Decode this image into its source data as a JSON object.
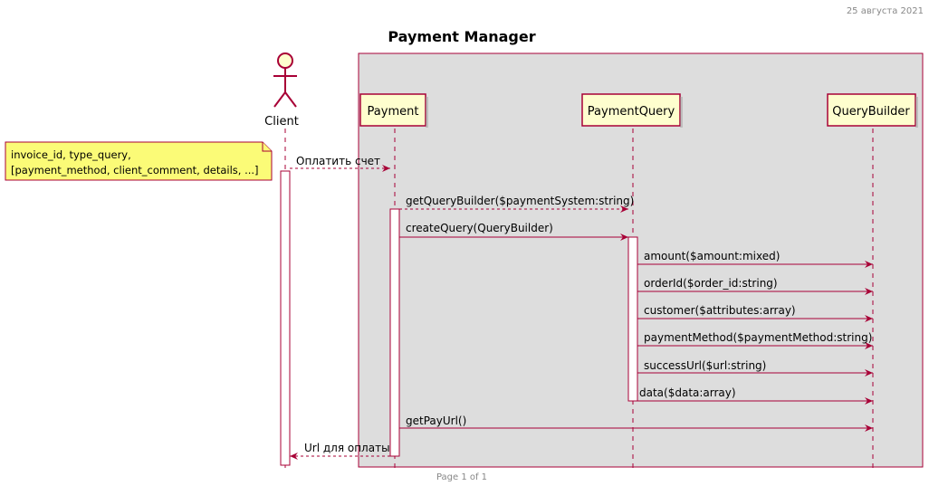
{
  "header": {
    "date": "25 августа 2021"
  },
  "footer": {
    "page": "Page 1 of 1"
  },
  "diagram": {
    "type": "sequence",
    "title": "Payment Manager",
    "colors": {
      "line": "#A80036",
      "participant_fill": "#FEFECE",
      "box_fill": "#DDDDDD",
      "note_fill": "#FBFB77",
      "note_border": "#A80036"
    },
    "actor": {
      "name": "Client",
      "icon": "stick-figure-actor-icon"
    },
    "participants": [
      {
        "id": "payment",
        "name": "Payment"
      },
      {
        "id": "payment_query",
        "name": "PaymentQuery"
      },
      {
        "id": "query_builder",
        "name": "QueryBuilder"
      }
    ],
    "note": {
      "line1": "invoice_id, type_query,",
      "line2": "[payment_method, client_comment, details, ...]"
    },
    "messages": [
      {
        "from": "Client",
        "to": "Payment",
        "label": "Оплатить счет",
        "style": "dashed"
      },
      {
        "from": "Payment",
        "to": "PaymentQuery",
        "label": "getQueryBuilder($paymentSystem:string)",
        "style": "dashed"
      },
      {
        "from": "Payment",
        "to": "PaymentQuery",
        "label": "createQuery(QueryBuilder)",
        "style": "solid"
      },
      {
        "from": "PaymentQuery",
        "to": "QueryBuilder",
        "label": "amount($amount:mixed)",
        "style": "solid"
      },
      {
        "from": "PaymentQuery",
        "to": "QueryBuilder",
        "label": "orderId($order_id:string)",
        "style": "solid"
      },
      {
        "from": "PaymentQuery",
        "to": "QueryBuilder",
        "label": "customer($attributes:array)",
        "style": "solid"
      },
      {
        "from": "PaymentQuery",
        "to": "QueryBuilder",
        "label": "paymentMethod($paymentMethod:string)",
        "style": "solid"
      },
      {
        "from": "PaymentQuery",
        "to": "QueryBuilder",
        "label": "successUrl($url:string)",
        "style": "solid"
      },
      {
        "from": "PaymentQuery",
        "to": "QueryBuilder",
        "label": "data($data:array)",
        "style": "solid"
      },
      {
        "from": "Payment",
        "to": "QueryBuilder",
        "label": "getPayUrl()",
        "style": "solid"
      },
      {
        "from": "Payment",
        "to": "Client",
        "label": "Url для оплаты",
        "style": "dashed"
      }
    ]
  }
}
